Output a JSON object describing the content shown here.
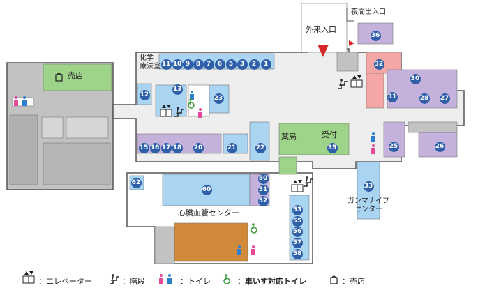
{
  "colors": {
    "blue_room": "#a9d4f2",
    "purple_room": "#c5b2dc",
    "green_room": "#9ed38a",
    "pink_room": "#f5a7a7",
    "orange_room": "#d1893a",
    "gray_room": "#c2c2c2",
    "corridor": "#eeeeee",
    "badge": "#2e5fa8",
    "entrance_marker": "#d62828",
    "male_icon": "#2f7fd0",
    "female_icon": "#e64a9a",
    "accessible_icon": "#3a9a3a"
  },
  "labels": {
    "main_entrance": "外来入口",
    "night_entrance": "夜間出入口",
    "shop": "売店",
    "chemo": "化学\n療法室",
    "pharmacy": "薬局",
    "reception": "受付",
    "heart_center": "心臓血管センター",
    "gamma_knife": "ガンマナイフ\nセンター"
  },
  "rooms": [
    "1",
    "2",
    "3",
    "5",
    "6",
    "7",
    "8",
    "9",
    "10",
    "11",
    "12",
    "13",
    "15",
    "16",
    "17",
    "18",
    "20",
    "21",
    "22",
    "23",
    "25",
    "26",
    "27",
    "28",
    "30",
    "31",
    "32",
    "33",
    "35",
    "36",
    "50",
    "51",
    "52",
    "53",
    "55",
    "56",
    "57",
    "58",
    "60",
    "62"
  ],
  "legend": [
    {
      "icon": "elevator-icon",
      "label": "：エレベーター"
    },
    {
      "icon": "stairs-icon",
      "label": "：階段"
    },
    {
      "icon": "restroom-icon",
      "label": "：トイレ"
    },
    {
      "icon": "accessible-restroom-icon",
      "label": "：車いす対応トイレ"
    },
    {
      "icon": "shop-icon",
      "label": "：売店"
    }
  ]
}
